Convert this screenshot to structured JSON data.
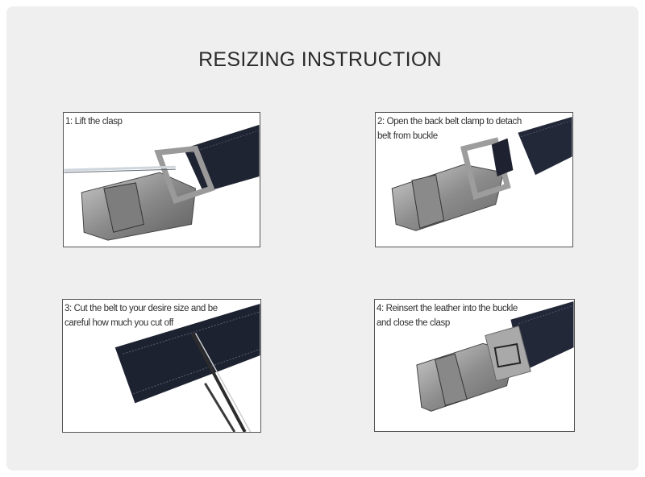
{
  "title": "RESIZING INSTRUCTION",
  "steps": [
    {
      "number": 1,
      "caption": "1: Lift the clasp",
      "image": "belt-buckle-lift-clasp"
    },
    {
      "number": 2,
      "caption": "2: Open the back belt clamp to detach belt from buckle",
      "image": "belt-buckle-detach"
    },
    {
      "number": 3,
      "caption": "3: Cut the belt to your desire size and be careful how much you cut off",
      "image": "belt-cut-scissors"
    },
    {
      "number": 4,
      "caption": "4: Reinsert the leather into the buckle and close the clasp",
      "image": "belt-buckle-reinsert"
    }
  ],
  "colors": {
    "panel": "#efefef",
    "belt": "#1e2330",
    "metal": "#8f8f8f",
    "border": "#555555"
  }
}
